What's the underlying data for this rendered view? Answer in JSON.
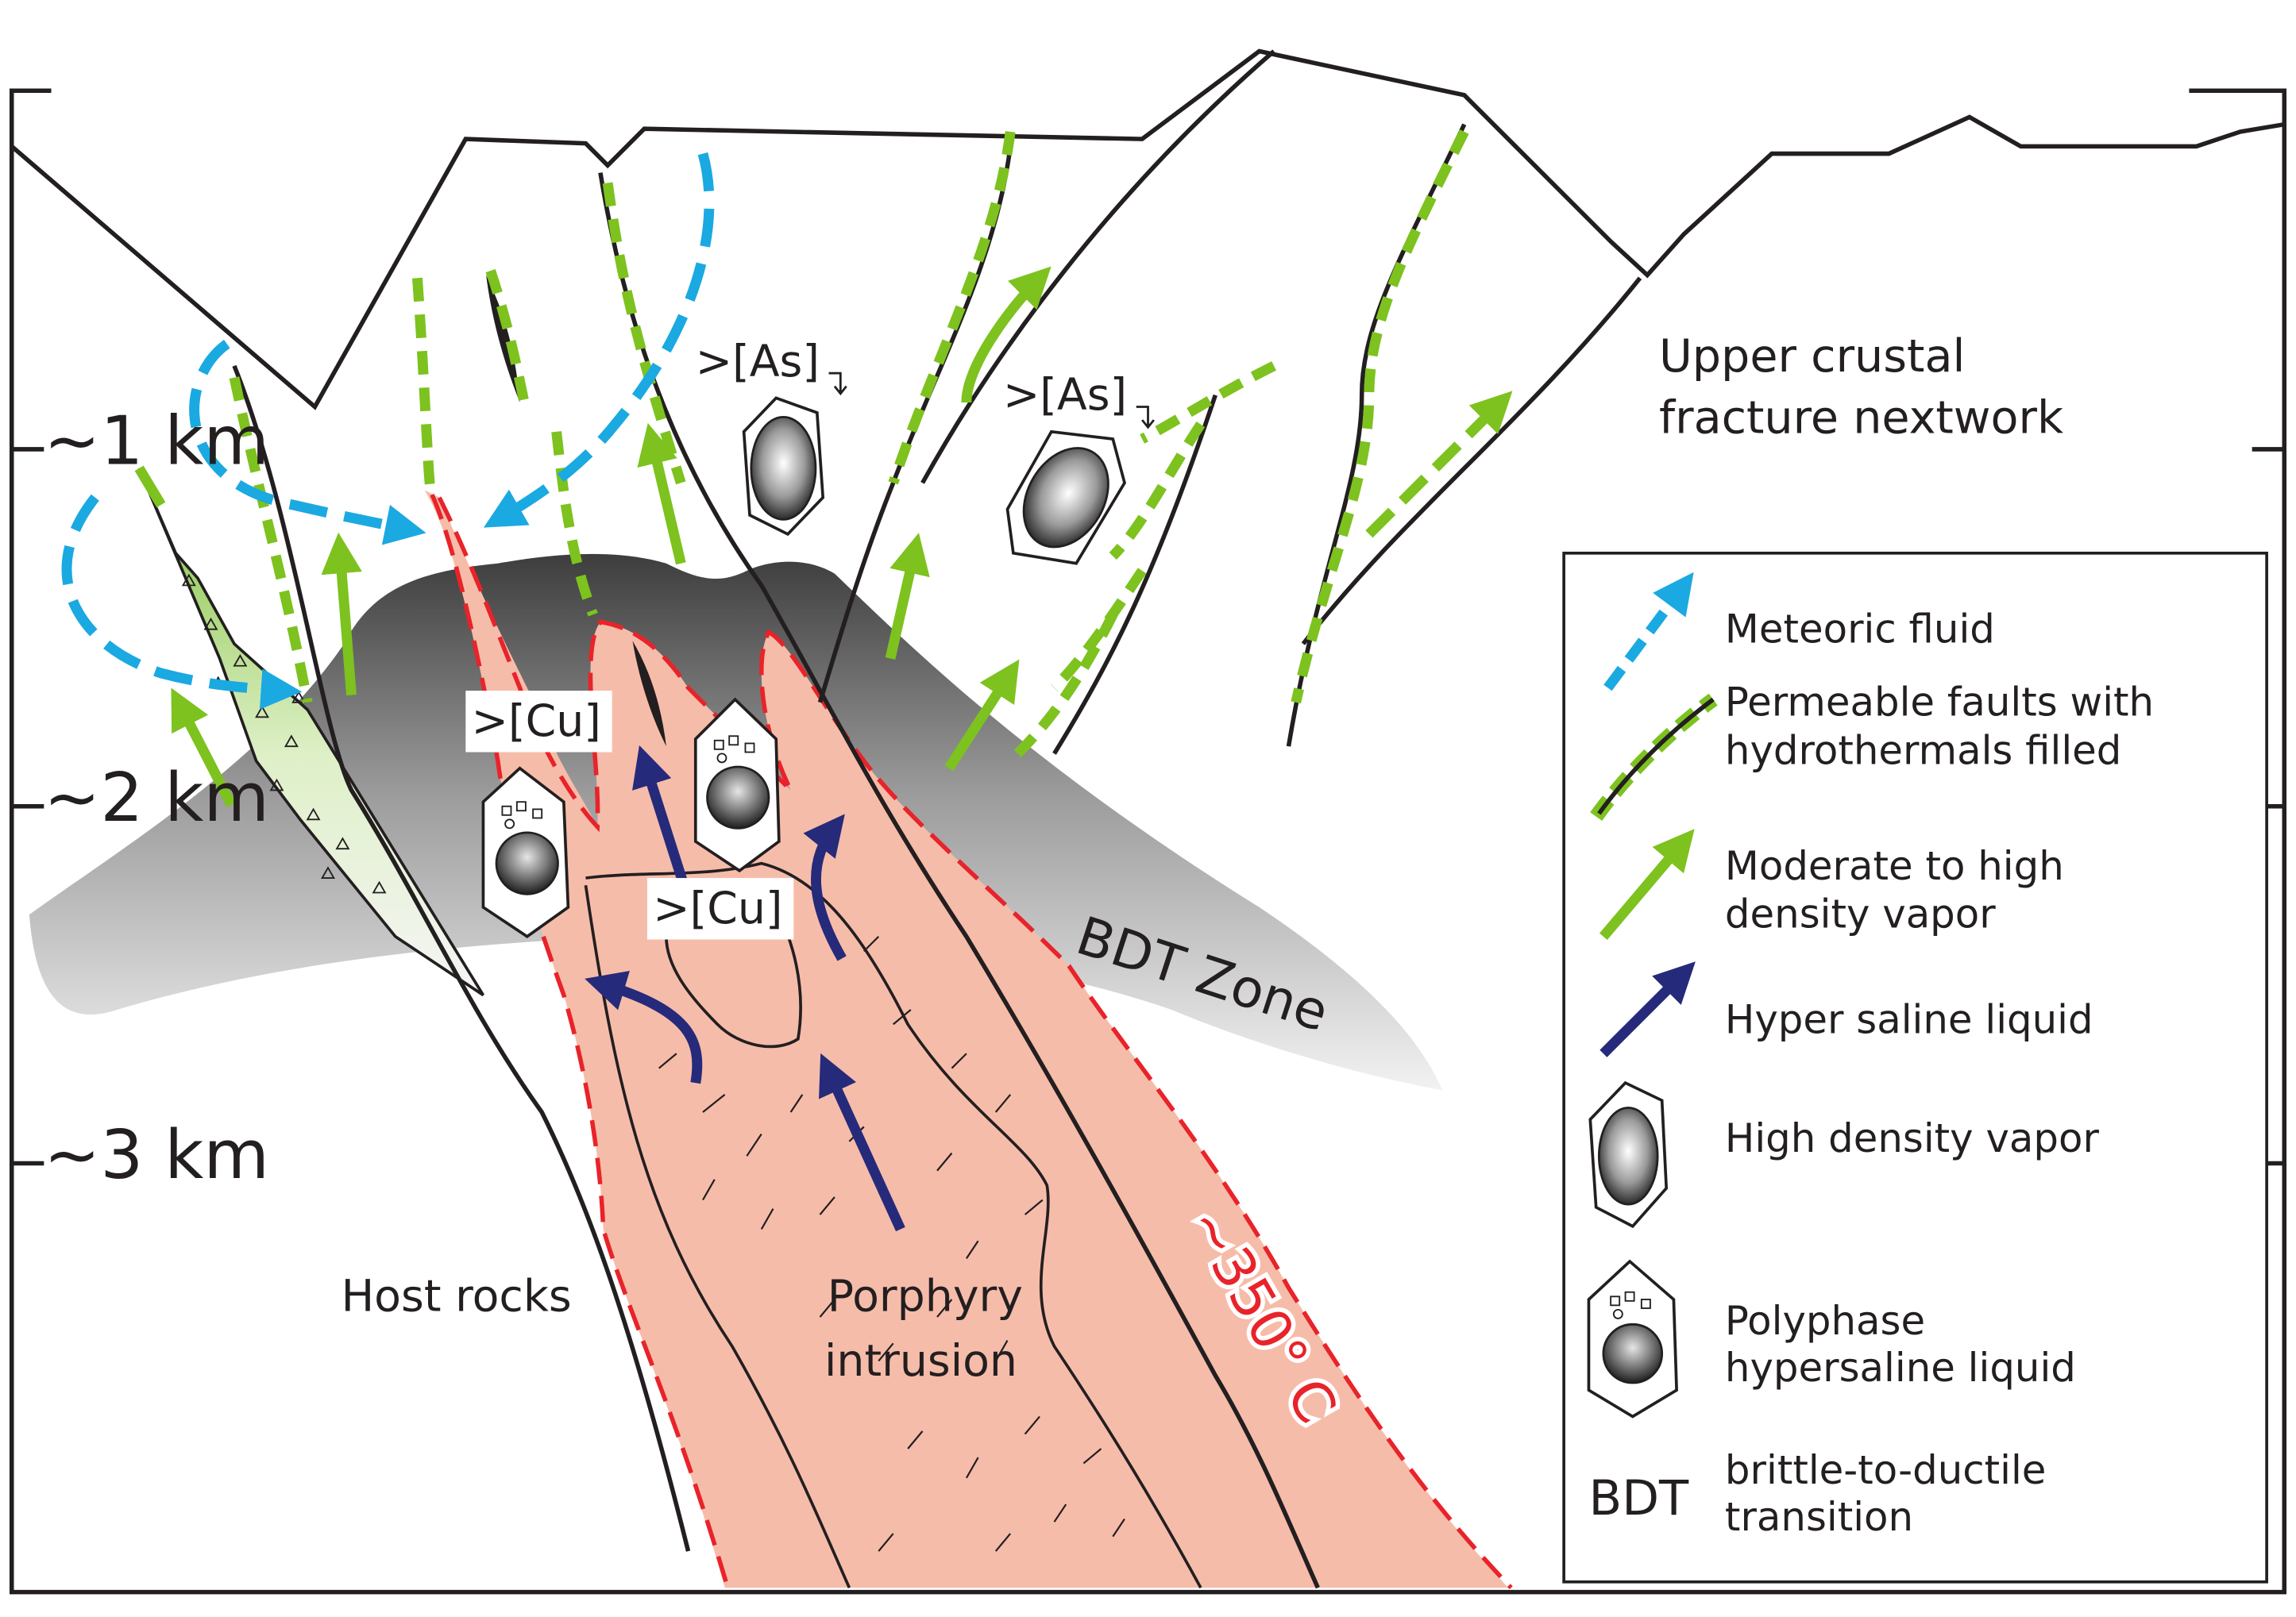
{
  "depth_labels": [
    "~1 km",
    "~2 km",
    "~3 km"
  ],
  "labels": {
    "upper_crust_1": "Upper crustal",
    "upper_crust_2": "fracture nextwork",
    "bdt_zone": "BDT Zone",
    "temperature": "~350° C",
    "host_rocks": "Host rocks",
    "porphyry_1": "Porphyry",
    "porphyry_2": "intrusion",
    "as_label": ">[As]",
    "cu_label": ">[Cu]"
  },
  "legend": {
    "meteoric": "Meteoric fluid",
    "faults_1": "Permeable faults with",
    "faults_2": "hydrothermals filled",
    "vapor_arrow_1": "Moderate to high",
    "vapor_arrow_2": "density vapor",
    "saline": "Hyper saline liquid",
    "hdv": "High density vapor",
    "poly_1": "Polyphase",
    "poly_2": "hypersaline liquid",
    "bdt_abbr": "BDT",
    "bdt_def_1": "brittle-to-ductile",
    "bdt_def_2": "transition"
  },
  "colors": {
    "meteoric": "#1ba9e1",
    "vapor": "#7dc21e",
    "saline": "#262a7a",
    "intrusion": "#f6bcaa",
    "isotherm": "#e8232a"
  }
}
